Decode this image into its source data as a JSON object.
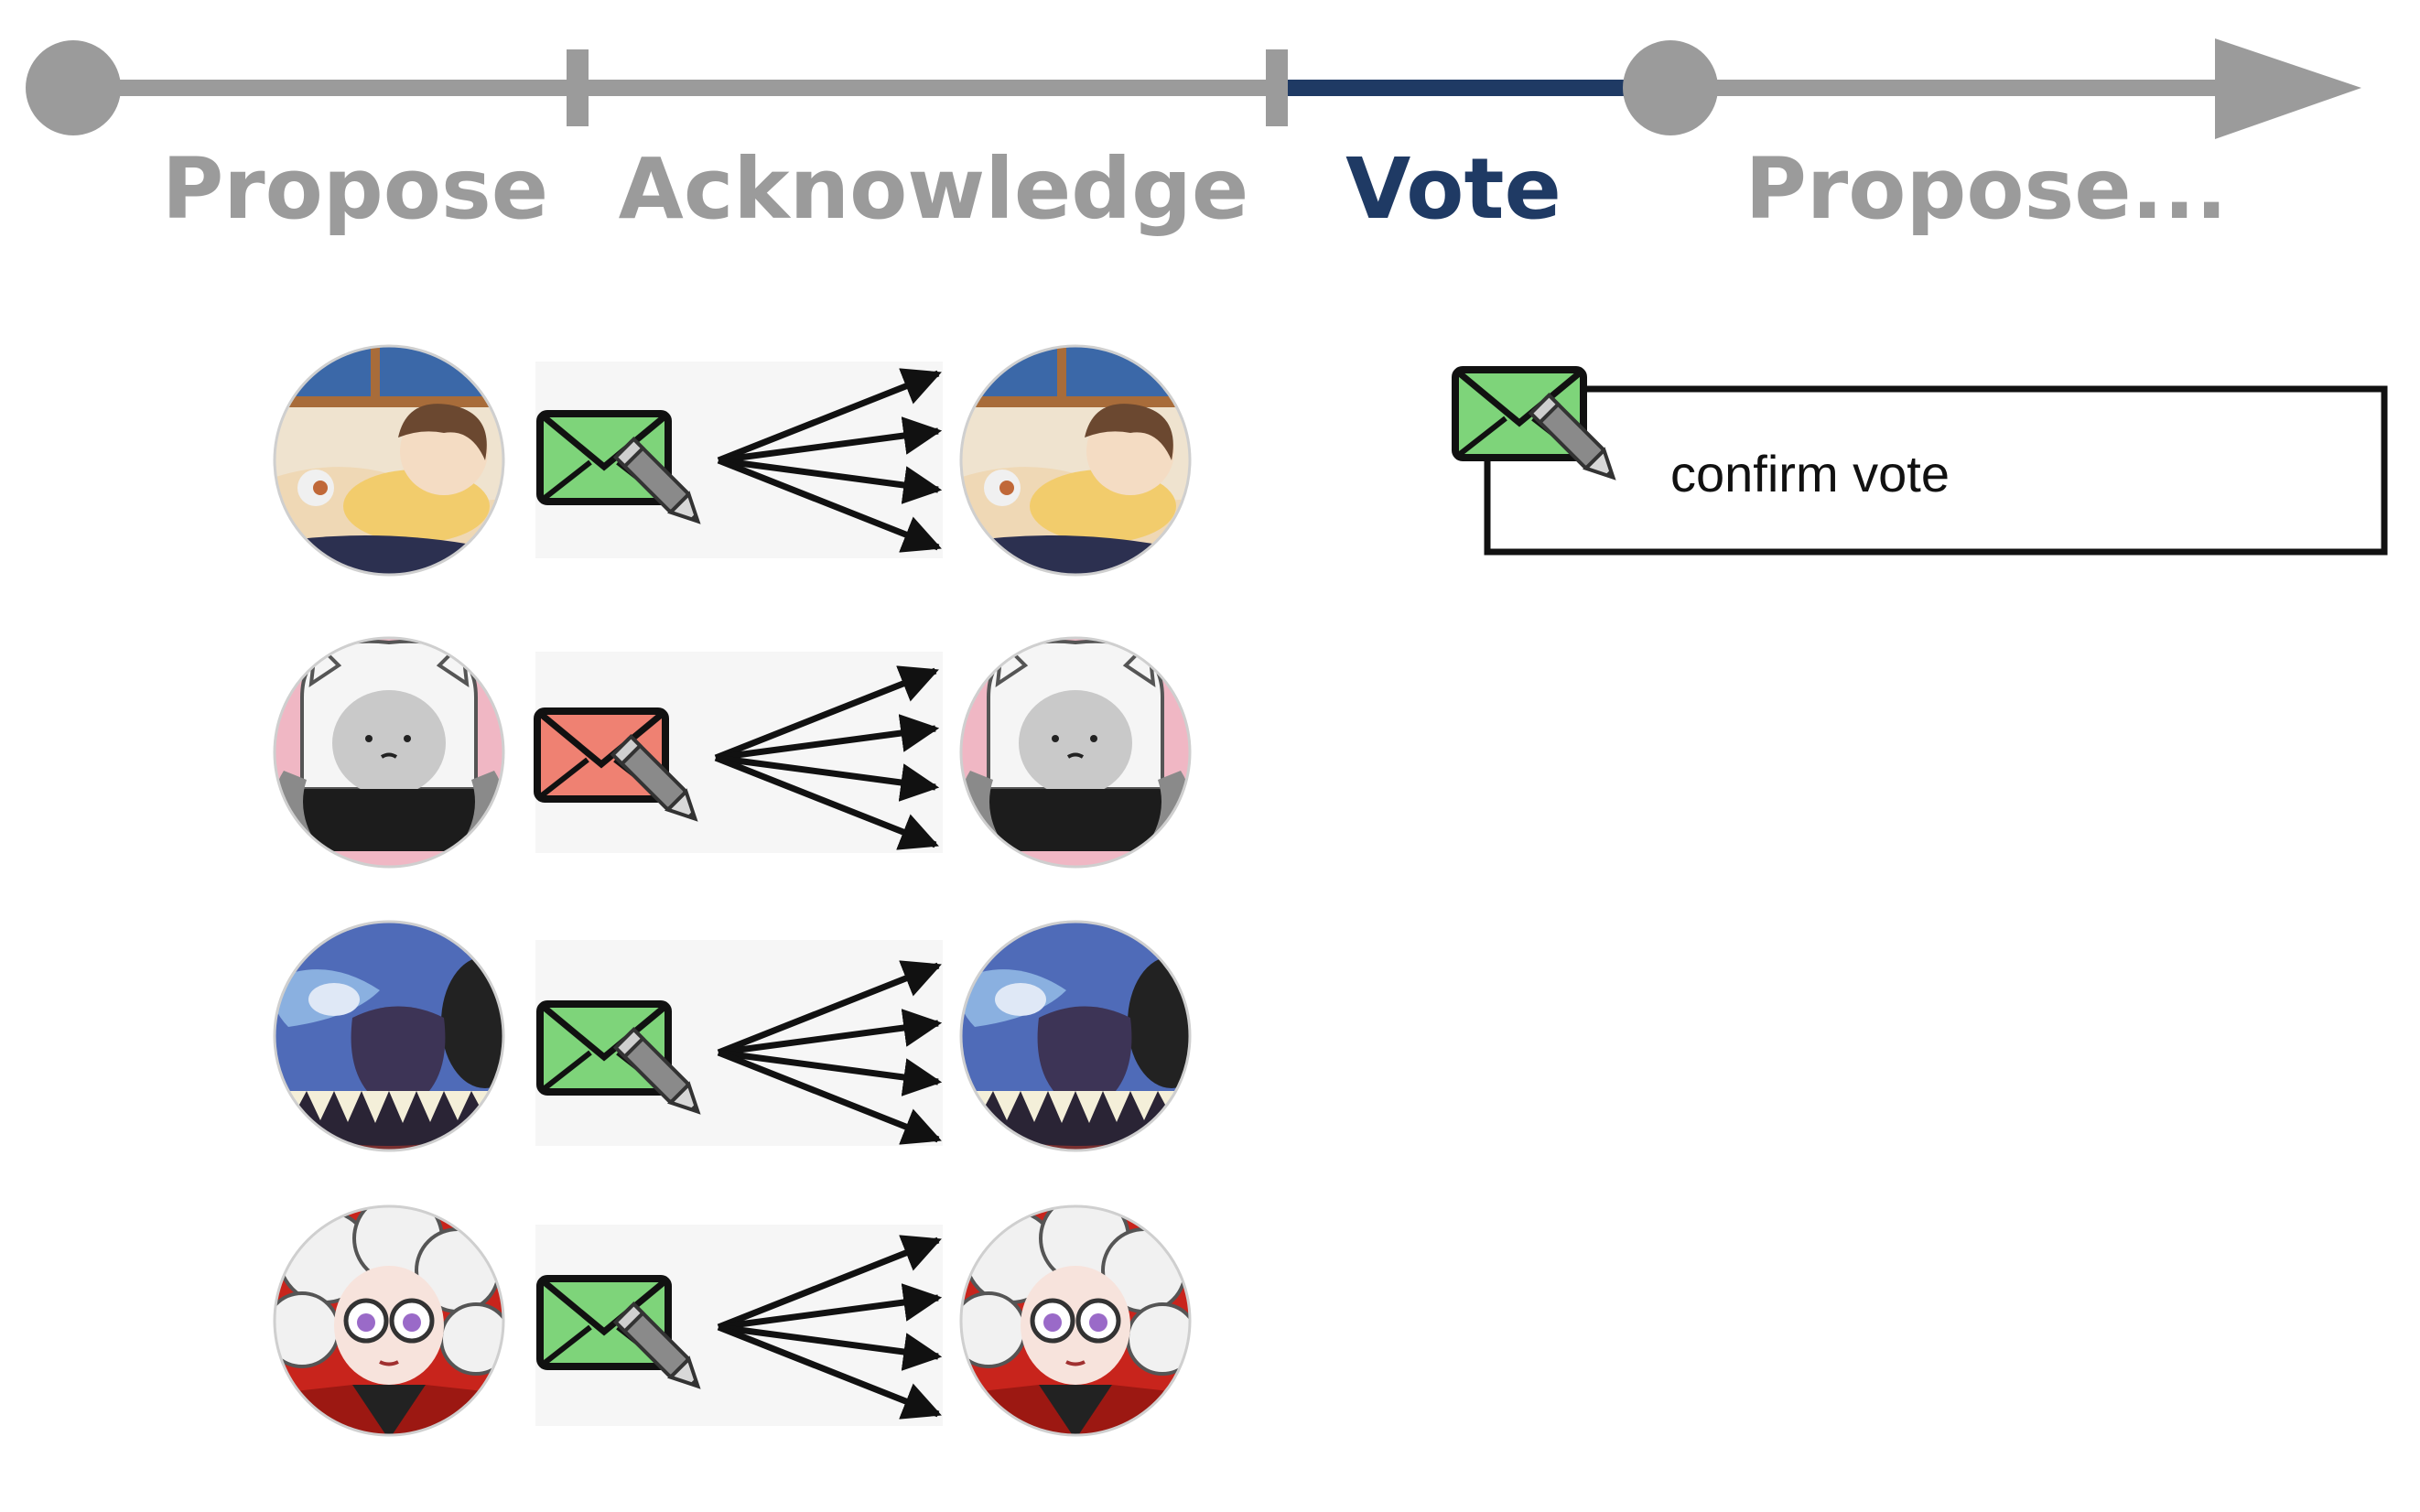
{
  "timeline": {
    "phases": [
      {
        "label": "Propose",
        "active": false
      },
      {
        "label": "Acknowledge",
        "active": false
      },
      {
        "label": "Vote",
        "active": true
      },
      {
        "label": "Propose...",
        "active": false
      }
    ],
    "colors": {
      "inactive": "#9b9b9b",
      "active": "#1f3a64"
    }
  },
  "participants": [
    {
      "avatar": "girl-in-bed-avatar",
      "envelope_color": "#7ed47a"
    },
    {
      "avatar": "finn-avatar",
      "envelope_color": "#ef8172"
    },
    {
      "avatar": "stitch-avatar",
      "envelope_color": "#7ed47a"
    },
    {
      "avatar": "white-haired-character-avatar",
      "envelope_color": "#7ed47a"
    }
  ],
  "message_note": {
    "text": "confirm vote",
    "envelope_color": "#7ed47a"
  },
  "icons": [
    "envelope-pencil-icon",
    "broadcast-arrows-icon"
  ]
}
